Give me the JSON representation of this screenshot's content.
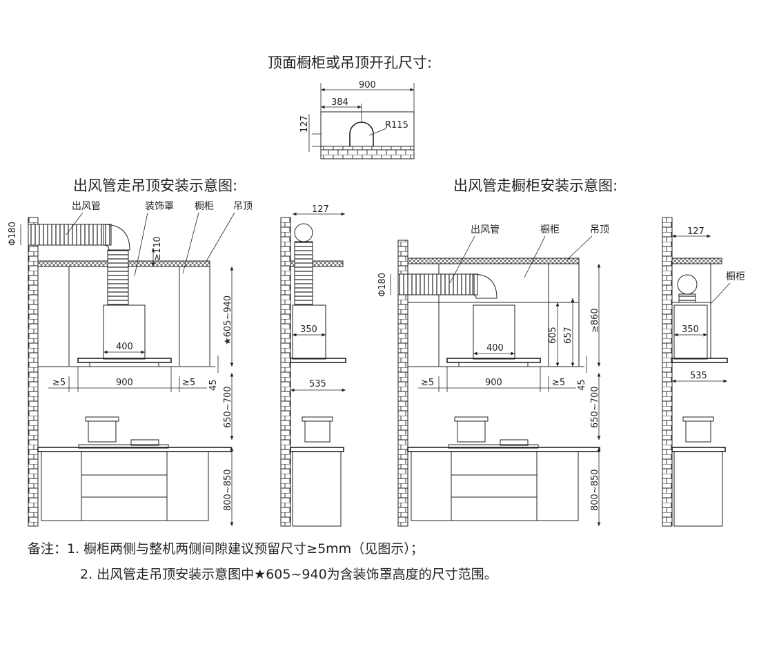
{
  "top_view": {
    "title": "顶面橱柜或吊顶开孔尺寸:",
    "dim_width": "900",
    "dim_offset": "384",
    "dim_height": "127",
    "dim_radius": "R115"
  },
  "left": {
    "title": "出风管走吊顶安装示意图:",
    "label_duct": "出风管",
    "label_cover": "装饰罩",
    "label_cabinet": "橱柜",
    "label_ceiling": "吊顶",
    "dim_duct_dia": "Φ180",
    "dim_gap_top": "≥110",
    "dim_cover_range": "★605~940",
    "dim_hood_width": "400",
    "dim_gap_left": "≥5",
    "dim_body_width": "900",
    "dim_gap_right": "≥5",
    "dim_thickness": "45",
    "dim_cook_height": "650~700",
    "dim_counter_height": "800~850",
    "side_dim_top": "127",
    "side_dim_cover": "350",
    "side_dim_depth": "535"
  },
  "right": {
    "title": "出风管走橱柜安装示意图:",
    "label_duct": "出风管",
    "label_cabinet": "橱柜",
    "label_ceiling": "吊顶",
    "dim_duct_dia": "Φ180",
    "dim_a": "605",
    "dim_b": "657",
    "dim_c": "≥860",
    "dim_hood_width": "400",
    "dim_gap_left": "≥5",
    "dim_body_width": "900",
    "dim_gap_right": "≥5",
    "dim_thickness": "45",
    "dim_cook_height": "650~700",
    "dim_counter_height": "800~850",
    "side_dim_top": "127",
    "side_label_cabinet": "橱柜",
    "side_dim_cover": "350",
    "side_dim_depth": "535"
  },
  "notes": {
    "line1": "备注：1. 橱柜两侧与整机两侧间隙建议预留尺寸≥5mm（见图示）；",
    "line2": "2. 出风管走吊顶安装示意图中★605~940为含装饰罩高度的尺寸范围。"
  }
}
